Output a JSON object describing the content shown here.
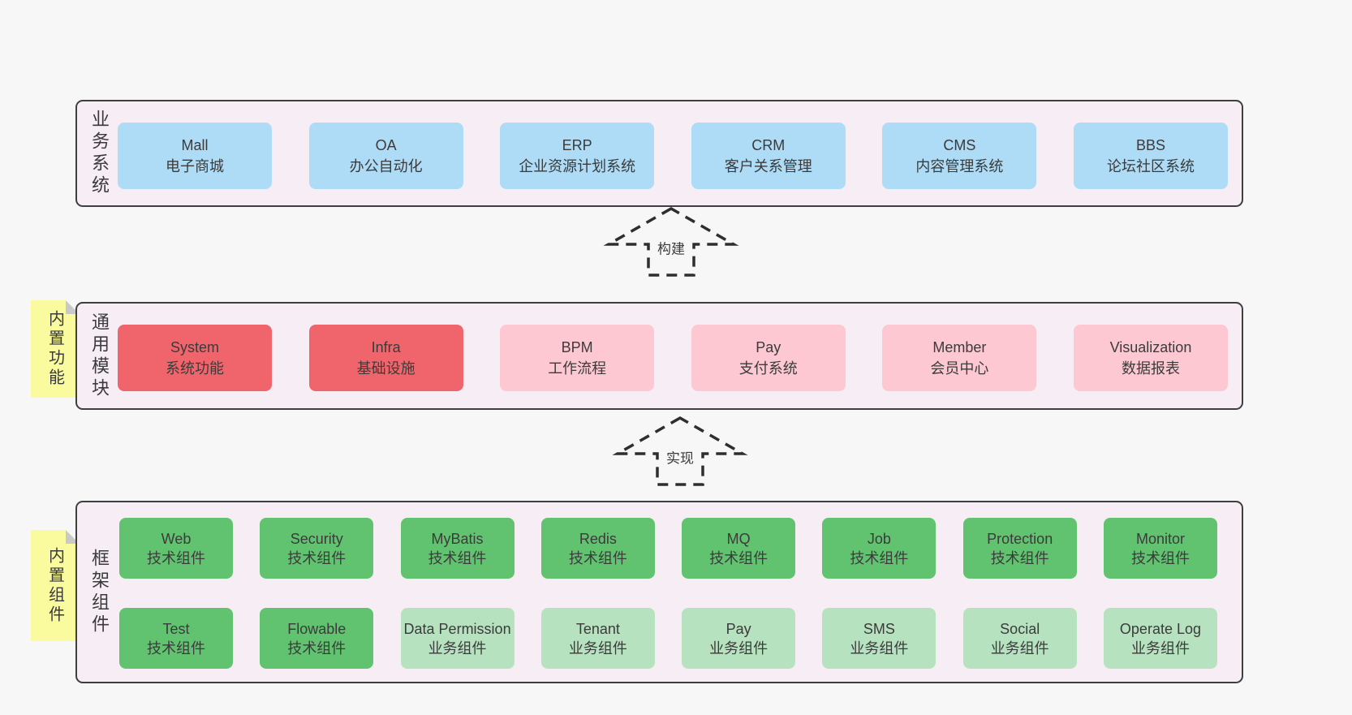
{
  "colors": {
    "page_bg": "#f7f7f7",
    "container_bg": "#f7edf5",
    "border": "#3f3f3f",
    "text": "#3b3b3b",
    "blue": "#aedbf5",
    "red": "#f0656c",
    "pink": "#fdc8d2",
    "green": "#61c370",
    "light_green": "#b6e2bf",
    "sticky_bg": "#fafa9e",
    "fold_gray": "#c9c9c9",
    "arrow_stroke": "#2e2e2e"
  },
  "sections": {
    "business": {
      "side_label": "业务系统",
      "boxes": [
        {
          "title": "Mall",
          "subtitle": "电子商城"
        },
        {
          "title": "OA",
          "subtitle": "办公自动化"
        },
        {
          "title": "ERP",
          "subtitle": "企业资源计划系统"
        },
        {
          "title": "CRM",
          "subtitle": "客户关系管理"
        },
        {
          "title": "CMS",
          "subtitle": "内容管理系统"
        },
        {
          "title": "BBS",
          "subtitle": "论坛社区系统"
        }
      ]
    },
    "modules": {
      "side_label": "通用模块",
      "sticky_label": "内置功能",
      "boxes": [
        {
          "title": "System",
          "subtitle": "系统功能",
          "variant": "red"
        },
        {
          "title": "Infra",
          "subtitle": "基础设施",
          "variant": "red"
        },
        {
          "title": "BPM",
          "subtitle": "工作流程",
          "variant": "pink"
        },
        {
          "title": "Pay",
          "subtitle": "支付系统",
          "variant": "pink"
        },
        {
          "title": "Member",
          "subtitle": "会员中心",
          "variant": "pink"
        },
        {
          "title": "Visualization",
          "subtitle": "数据报表",
          "variant": "pink"
        }
      ]
    },
    "components": {
      "side_label": "框架组件",
      "sticky_label": "内置组件",
      "rows": [
        [
          {
            "title": "Web",
            "subtitle": "技术组件",
            "variant": "green"
          },
          {
            "title": "Security",
            "subtitle": "技术组件",
            "variant": "green"
          },
          {
            "title": "MyBatis",
            "subtitle": "技术组件",
            "variant": "green"
          },
          {
            "title": "Redis",
            "subtitle": "技术组件",
            "variant": "green"
          },
          {
            "title": "MQ",
            "subtitle": "技术组件",
            "variant": "green"
          },
          {
            "title": "Job",
            "subtitle": "技术组件",
            "variant": "green"
          },
          {
            "title": "Protection",
            "subtitle": "技术组件",
            "variant": "green"
          },
          {
            "title": "Monitor",
            "subtitle": "技术组件",
            "variant": "green"
          }
        ],
        [
          {
            "title": "Test",
            "subtitle": "技术组件",
            "variant": "green"
          },
          {
            "title": "Flowable",
            "subtitle": "技术组件",
            "variant": "green"
          },
          {
            "title": "Data Permission",
            "subtitle": "业务组件",
            "variant": "light_green"
          },
          {
            "title": "Tenant",
            "subtitle": "业务组件",
            "variant": "light_green"
          },
          {
            "title": "Pay",
            "subtitle": "业务组件",
            "variant": "light_green"
          },
          {
            "title": "SMS",
            "subtitle": "业务组件",
            "variant": "light_green"
          },
          {
            "title": "Social",
            "subtitle": "业务组件",
            "variant": "light_green"
          },
          {
            "title": "Operate Log",
            "subtitle": "业务组件",
            "variant": "light_green"
          }
        ]
      ]
    }
  },
  "arrows": {
    "build": "构建",
    "implement": "实现"
  }
}
